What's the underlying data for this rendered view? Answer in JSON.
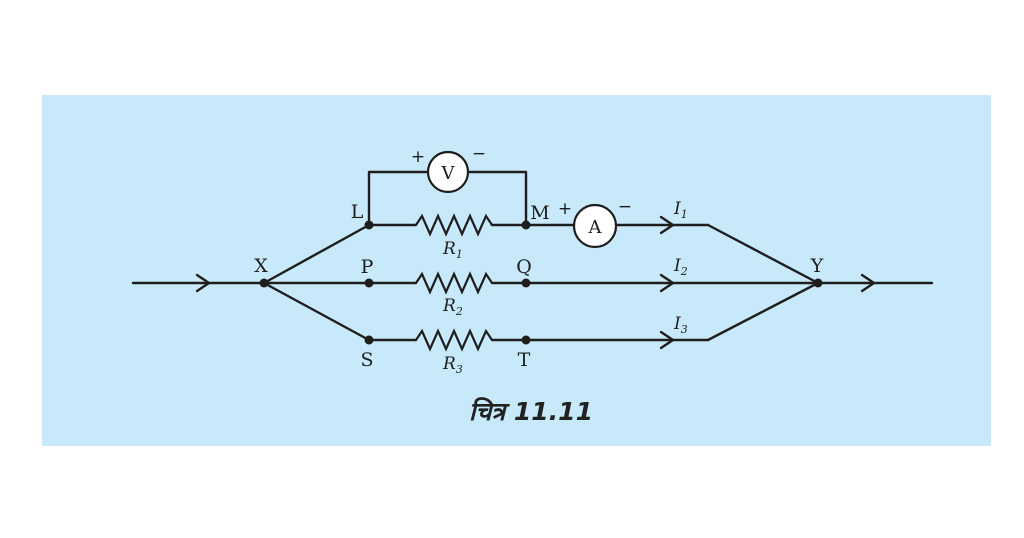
{
  "nodes": {
    "x": "X",
    "y": "Y",
    "l": "L",
    "m": "M",
    "p": "P",
    "q": "Q",
    "s": "S",
    "t": "T"
  },
  "resistors": {
    "r1": {
      "symbol": "R",
      "sub": "1"
    },
    "r2": {
      "symbol": "R",
      "sub": "2"
    },
    "r3": {
      "symbol": "R",
      "sub": "3"
    }
  },
  "currents": {
    "i1": {
      "symbol": "I",
      "sub": "1"
    },
    "i2": {
      "symbol": "I",
      "sub": "2"
    },
    "i3": {
      "symbol": "I",
      "sub": "3"
    }
  },
  "voltmeter": {
    "letter": "V",
    "plus": "+",
    "minus": "−"
  },
  "ammeter": {
    "letter": "A",
    "plus": "+",
    "minus": "−"
  },
  "caption": "चित्र 11.11",
  "colors": {
    "panel_background": "#c8e9f9",
    "page_background": "#ffffff",
    "line": "#1e1e1e"
  }
}
